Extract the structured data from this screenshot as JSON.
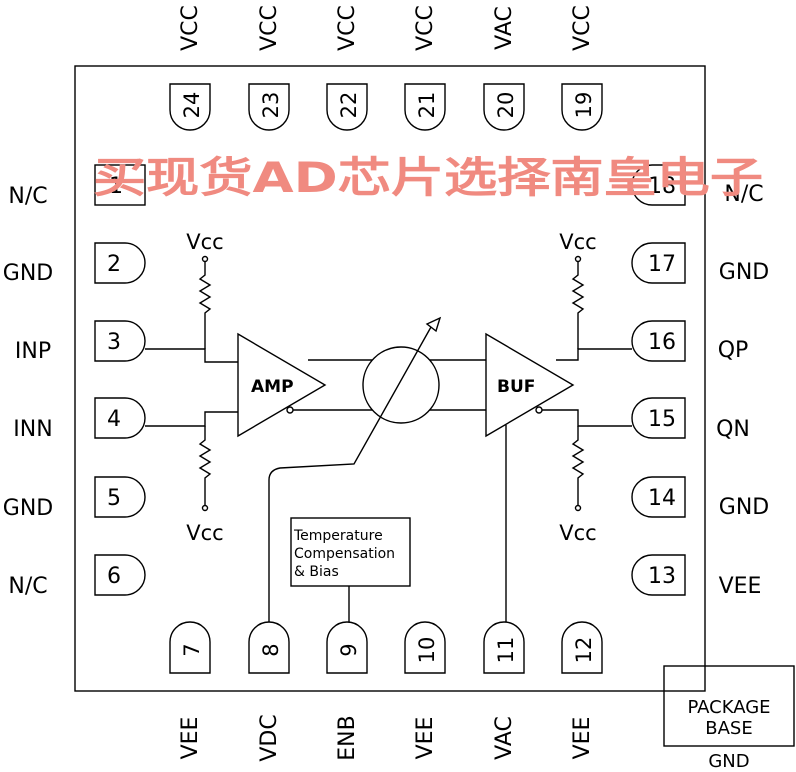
{
  "pins": {
    "p1": {
      "num": "1",
      "label": "N/C"
    },
    "p2": {
      "num": "2",
      "label": "GND"
    },
    "p3": {
      "num": "3",
      "label": "INP"
    },
    "p4": {
      "num": "4",
      "label": "INN"
    },
    "p5": {
      "num": "5",
      "label": "GND"
    },
    "p6": {
      "num": "6",
      "label": "N/C"
    },
    "p7": {
      "num": "7",
      "label": "VEE"
    },
    "p8": {
      "num": "8",
      "label": "VDC"
    },
    "p9": {
      "num": "9",
      "label": "ENB"
    },
    "p10": {
      "num": "10",
      "label": "VEE"
    },
    "p11": {
      "num": "11",
      "label": "VAC"
    },
    "p12": {
      "num": "12",
      "label": "VEE"
    },
    "p13": {
      "num": "13",
      "label": "VEE"
    },
    "p14": {
      "num": "14",
      "label": "GND"
    },
    "p15": {
      "num": "15",
      "label": "QN"
    },
    "p16": {
      "num": "16",
      "label": "QP"
    },
    "p17": {
      "num": "17",
      "label": "GND"
    },
    "p18": {
      "num": "18",
      "label": "N/C"
    },
    "p19": {
      "num": "19",
      "label": "VCC"
    },
    "p20": {
      "num": "20",
      "label": "VAC"
    },
    "p21": {
      "num": "21",
      "label": "VCC"
    },
    "p22": {
      "num": "22",
      "label": "VCC"
    },
    "p23": {
      "num": "23",
      "label": "VCC"
    },
    "p24": {
      "num": "24",
      "label": "VCC"
    }
  },
  "blocks": {
    "amp": "AMP",
    "buf": "BUF",
    "temp_line1": "Temperature",
    "temp_line2": "Compensation",
    "temp_line3": "& Bias"
  },
  "supply": {
    "vcc": "Vcc"
  },
  "package": {
    "line1": "PACKAGE",
    "line2": "BASE",
    "gnd": "GND"
  },
  "watermark": "买现货AD芯片选择南皇电子",
  "colors": {
    "watermark": "#f08a80",
    "line": "#000000"
  }
}
